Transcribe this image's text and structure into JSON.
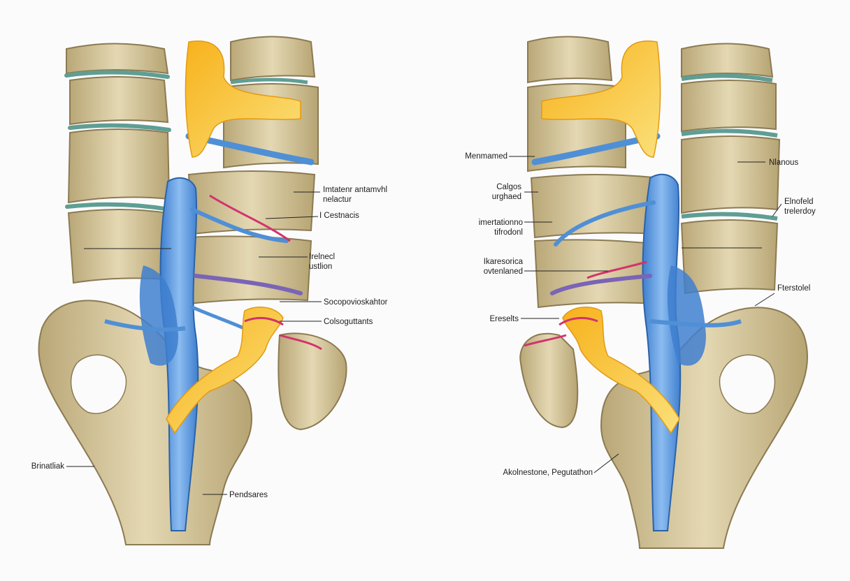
{
  "palette": {
    "bone": "#d6c79a",
    "bone_dark": "#8c7a52",
    "disc": "#5f9e93",
    "nerve": "#4f8fd6",
    "nerve_dark": "#2b62a8",
    "ligament": "#f2c12e",
    "inflamed": "#d2336d",
    "purple": "#7a64b6",
    "background": "#fbfbfc"
  },
  "left_panel": {
    "labels": {
      "a_line1": "Imtatenr antamvhl",
      "a_line2": "nelactur",
      "b": "I  Cestnacis",
      "c_line1": "Irelnecl",
      "c_line2": "ustlion",
      "d": "Socopovioskahtor",
      "e": "Colsoguttants",
      "f": "Brinatliak",
      "g": "Pendsares"
    }
  },
  "right_panel": {
    "labels": {
      "a": "Menmamed",
      "b_line1": "Calgos",
      "b_line2": "urghaed",
      "c_line1": "imertationno",
      "c_line2": "tifrodonl",
      "d_line1": "Ikaresorica",
      "d_line2": "ovtenlaned",
      "e": "Ereselts",
      "f": "Nlanous",
      "g_line1": "Elnofeld",
      "g_line2": "trelerdoy",
      "h": "Fterstolel",
      "i": "Akolnestone, Pegutathon"
    }
  }
}
